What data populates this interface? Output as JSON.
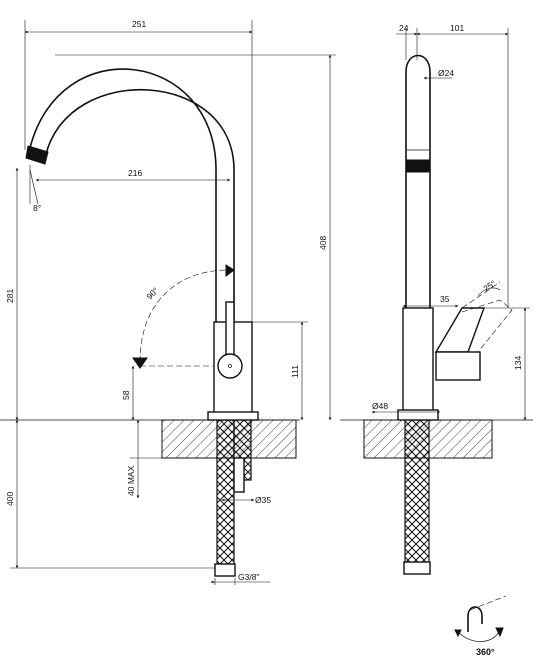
{
  "front_view": {
    "overall_width": "251",
    "spout_reach": "216",
    "spout_angle": "8°",
    "lever_rotation": "90°",
    "spout_height": "281",
    "total_height": "408",
    "body_height": "111",
    "lever_height": "58",
    "max_thickness": "40 MAX",
    "below_counter": "400",
    "shank_diameter": "Ø35",
    "connection": "G3/8\""
  },
  "side_view": {
    "offset": "24",
    "width": "101",
    "tube_diameter": "Ø24",
    "lever_length": "35",
    "lever_angle": "25°",
    "lever_height": "134",
    "base_diameter": "Ø48"
  },
  "rotation_icon": {
    "label": "360°"
  }
}
